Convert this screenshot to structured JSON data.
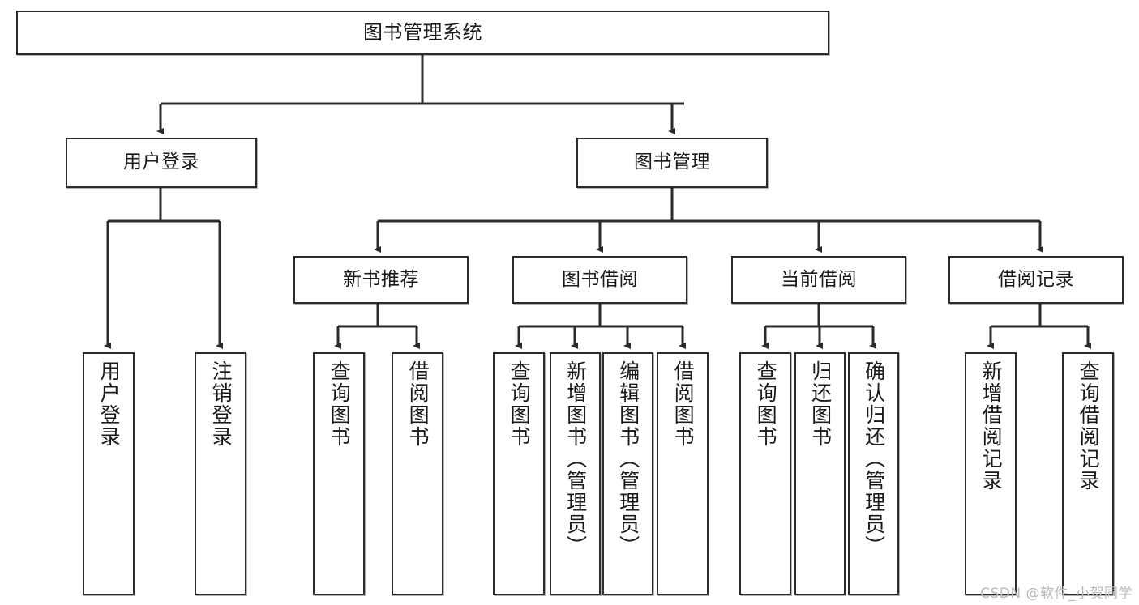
{
  "diagram": {
    "type": "tree",
    "title": "图书管理系统",
    "watermark": "CSDN @软件_小贺同学",
    "colors": {
      "stroke": "#2b2b2b",
      "fill": "#ffffff",
      "text": "#1a1a1a",
      "watermark": "#b9b9b9"
    },
    "nodes": {
      "root": {
        "label": "图书管理系统"
      },
      "level2": [
        {
          "id": "user-login",
          "label": "用户登录"
        },
        {
          "id": "book-manage",
          "label": "图书管理"
        }
      ],
      "level3": [
        {
          "id": "new-book-recommend",
          "label": "新书推荐"
        },
        {
          "id": "book-borrow",
          "label": "图书借阅"
        },
        {
          "id": "current-borrow",
          "label": "当前借阅"
        },
        {
          "id": "borrow-record",
          "label": "借阅记录"
        }
      ],
      "leaves": {
        "user-login": [
          {
            "id": "leaf-user-login",
            "label": "用户登录"
          },
          {
            "id": "leaf-user-logout",
            "label": "注销登录"
          }
        ],
        "new-book-recommend": [
          {
            "id": "leaf-query-book-1",
            "label": "查询图书"
          },
          {
            "id": "leaf-borrow-book-1",
            "label": "借阅图书"
          }
        ],
        "book-borrow": [
          {
            "id": "leaf-query-book-2",
            "label": "查询图书"
          },
          {
            "id": "leaf-add-book",
            "label": "新增图书（管理员）"
          },
          {
            "id": "leaf-edit-book",
            "label": "编辑图书（管理员）"
          },
          {
            "id": "leaf-borrow-book-2",
            "label": "借阅图书"
          }
        ],
        "current-borrow": [
          {
            "id": "leaf-query-book-3",
            "label": "查询图书"
          },
          {
            "id": "leaf-return-book",
            "label": "归还图书"
          },
          {
            "id": "leaf-confirm-return",
            "label": "确认归还（管理员）"
          }
        ],
        "borrow-record": [
          {
            "id": "leaf-add-record",
            "label": "新增借阅记录"
          },
          {
            "id": "leaf-query-record",
            "label": "查询借阅记录"
          }
        ]
      }
    }
  }
}
